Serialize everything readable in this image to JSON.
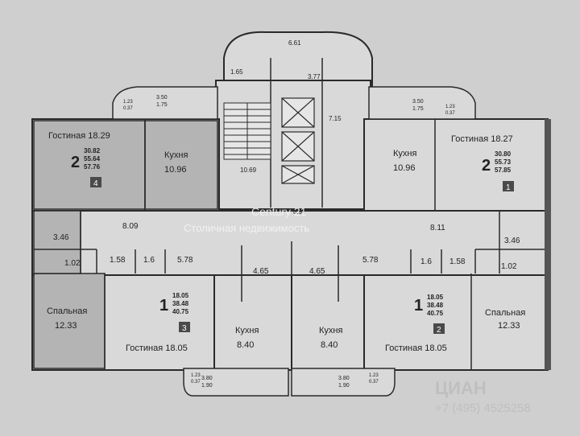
{
  "dims": {
    "top_arc": "6.61",
    "corr_1_65": "1.65",
    "corr_3_77": "3.77",
    "corr_7_15": "7.15",
    "stair_10_69": "10.69",
    "hall_left": "8.09",
    "hall_right": "8.11",
    "center_hall": "8.97",
    "balc_tl_a": "3.50",
    "balc_tl_b": "1.75",
    "balc_tl_c": "1.23",
    "balc_tl_d": "0.37",
    "balc_tr_a": "3.50",
    "balc_tr_b": "1.75",
    "balc_tr_c": "1.23",
    "balc_tr_d": "0.37",
    "balc_bl_a": "3.80",
    "balc_bl_b": "1.90",
    "balc_bl_c": "1.23",
    "balc_bl_d": "0.37",
    "balc_br_a": "3.80",
    "balc_br_b": "1.90",
    "balc_br_c": "1.23",
    "balc_br_d": "0.37"
  },
  "apt4": {
    "living": "Гостиная 18.29",
    "rooms": "2",
    "a1": "30.82",
    "a2": "55.64",
    "a3": "57.76",
    "num": "4",
    "kitchen_label": "Кухня",
    "kitchen_area": "10.96",
    "bed_label": "Спальная",
    "bed_area": "12.33",
    "r_3_46": "3.46",
    "r_1_02": "1.02",
    "r_1_58": "1.58",
    "r_1_6": "1.6",
    "r_5_78": "5.78"
  },
  "apt1": {
    "living": "Гостиная 18.27",
    "rooms": "2",
    "a1": "30.80",
    "a2": "55.73",
    "a3": "57.85",
    "num": "1",
    "kitchen_label": "Кухня",
    "kitchen_area": "10.96",
    "bed_label": "Спальная",
    "bed_area": "12.33",
    "r_3_46": "3.46",
    "r_1_02": "1.02",
    "r_1_58": "1.58",
    "r_1_6": "1.6",
    "r_5_78": "5.78"
  },
  "apt3": {
    "rooms": "1",
    "a1": "18.05",
    "a2": "38.48",
    "a3": "40.75",
    "num": "3",
    "living": "Гостиная 18.05",
    "kitchen_label": "Кухня",
    "kitchen_area": "8.40",
    "r_4_65": "4.65"
  },
  "apt2": {
    "rooms": "1",
    "a1": "18.05",
    "a2": "38.48",
    "a3": "40.75",
    "num": "2",
    "living": "Гостиная 18.05",
    "kitchen_label": "Кухня",
    "kitchen_area": "8.40",
    "r_4_65": "4.65"
  },
  "watermark": {
    "line1": "Century 21",
    "line2": "Столичная недвижимость",
    "corner1": "ЦИАН",
    "corner2": "+7 (495) 4525258"
  },
  "colors": {
    "paper": "#cfcfcf",
    "wall": "#2a2a2a",
    "floor": "#d9d9d9",
    "shade": "#b4b4b4",
    "badge": "#4a4a4a"
  }
}
